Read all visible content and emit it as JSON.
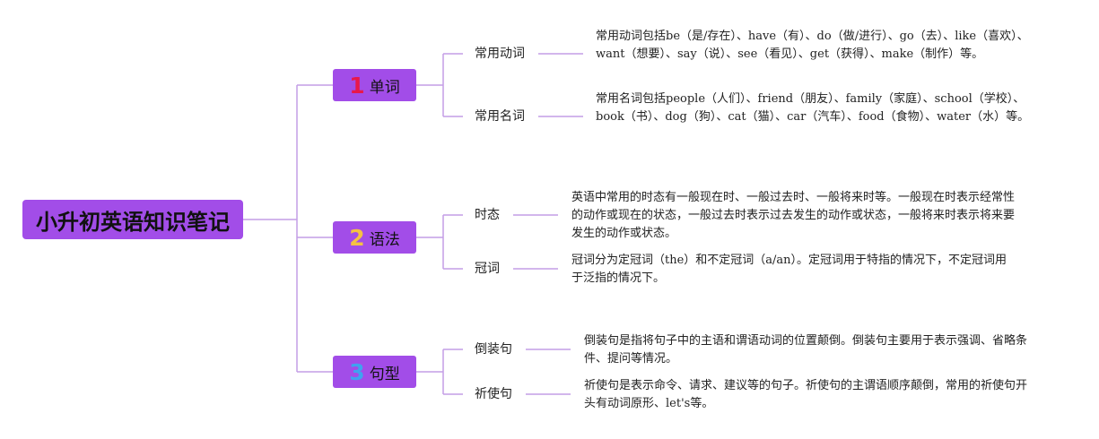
{
  "colors": {
    "node_fill": "#a24de8",
    "line": "#c49ee6",
    "num_1": "#e8184a",
    "num_2": "#f5c242",
    "num_3": "#3fa3f0"
  },
  "root": {
    "title": "小升初英语知识笔记"
  },
  "branches": [
    {
      "number": "1",
      "label": "单词",
      "leaves": [
        {
          "label": "常用动词",
          "description": "常用动词包括be（是/存在）、have（有）、do（做/进行）、go（去）、like（喜欢）、want（想要）、say（说）、see（看见）、get（获得）、make（制作）等。"
        },
        {
          "label": "常用名词",
          "description": "常用名词包括people（人们）、friend（朋友）、family（家庭）、school（学校）、book（书）、dog（狗）、cat（猫）、car（汽车）、food（食物）、water（水）等。"
        }
      ]
    },
    {
      "number": "2",
      "label": "语法",
      "leaves": [
        {
          "label": "时态",
          "description": "英语中常用的时态有一般现在时、一般过去时、一般将来时等。一般现在时表示经常性的动作或现在的状态，一般过去时表示过去发生的动作或状态，一般将来时表示将来要发生的动作或状态。"
        },
        {
          "label": "冠词",
          "description": "冠词分为定冠词（the）和不定冠词（a/an）。定冠词用于特指的情况下，不定冠词用于泛指的情况下。"
        }
      ]
    },
    {
      "number": "3",
      "label": "句型",
      "leaves": [
        {
          "label": "倒装句",
          "description": "倒装句是指将句子中的主语和谓语动词的位置颠倒。倒装句主要用于表示强调、省略条件、提问等情况。"
        },
        {
          "label": "祈使句",
          "description": "祈使句是表示命令、请求、建议等的句子。祈使句的主谓语顺序颠倒，常用的祈使句开头有动词原形、let's等。"
        }
      ]
    }
  ]
}
